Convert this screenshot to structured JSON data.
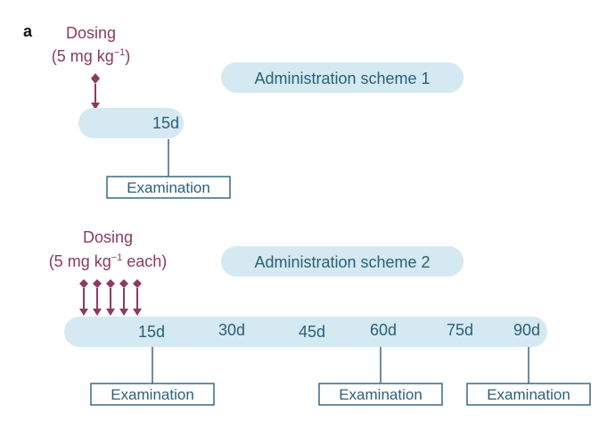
{
  "panel_label": "a",
  "colors": {
    "accent": "#8b3a62",
    "text": "#2c5f7a",
    "bar": "#d4e9f1"
  },
  "scheme1": {
    "title": "Administration scheme 1",
    "dosing_label": "Dosing",
    "dose_main": "(5 mg kg",
    "dose_sup": "−1",
    "dose_tail": ")",
    "day": "15d",
    "examination": "Examination"
  },
  "scheme2": {
    "title": "Administration scheme 2",
    "dosing_label": "Dosing",
    "dose_main": "(5 mg kg",
    "dose_sup": "−1",
    "dose_tail": " each)",
    "days": [
      "15d",
      "30d",
      "45d",
      "60d",
      "75d",
      "90d"
    ],
    "examinations": [
      "Examination",
      "Examination",
      "Examination"
    ],
    "dose_count": 5
  }
}
